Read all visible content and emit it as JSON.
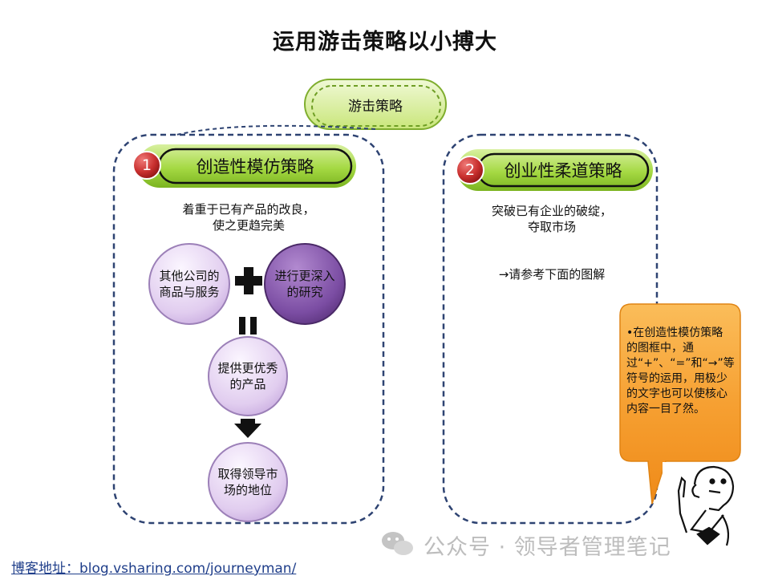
{
  "title": "运用游击策略以小搏大",
  "top_node": "游击策略",
  "left_panel": {
    "number": "1",
    "heading": "创造性模仿策略",
    "description": "着重于已有产品的改良，\n使之更趋完美",
    "circle_a": "其他公司的\n商品与服务",
    "circle_b": "进行更深入\n的研究",
    "circle_c": "提供更优秀\n的产品",
    "circle_d": "取得领导市\n场的地位",
    "plus_symbol": "+",
    "equals_symbol": "=",
    "arrow_symbol": "↓"
  },
  "right_panel": {
    "number": "2",
    "heading": "创业性柔道策略",
    "description": "突破已有企业的破绽，\n夺取市场",
    "note": "→请参考下面的图解"
  },
  "callout": "•在创造性模仿策略的图框中，通过“+”、“=”和“→”等符号的运用，用极少的文字也可以使核心内容一目了然。",
  "watermark": "公众号 · 领导者管理笔记",
  "footer_url": "博客地址：blog.vsharing.com/journeyman/",
  "icons": [
    "wechat-icon",
    "thinking-man-illustration"
  ],
  "colors": {
    "pill_green": "#9dd63a",
    "pill_light": "#d9f0a6",
    "number_red": "#c0282c",
    "dashed_border": "#2e4372",
    "circle_lavender": "#e3d2f0",
    "circle_purple": "#7a4ca0",
    "callout_orange": "#f4901e"
  }
}
